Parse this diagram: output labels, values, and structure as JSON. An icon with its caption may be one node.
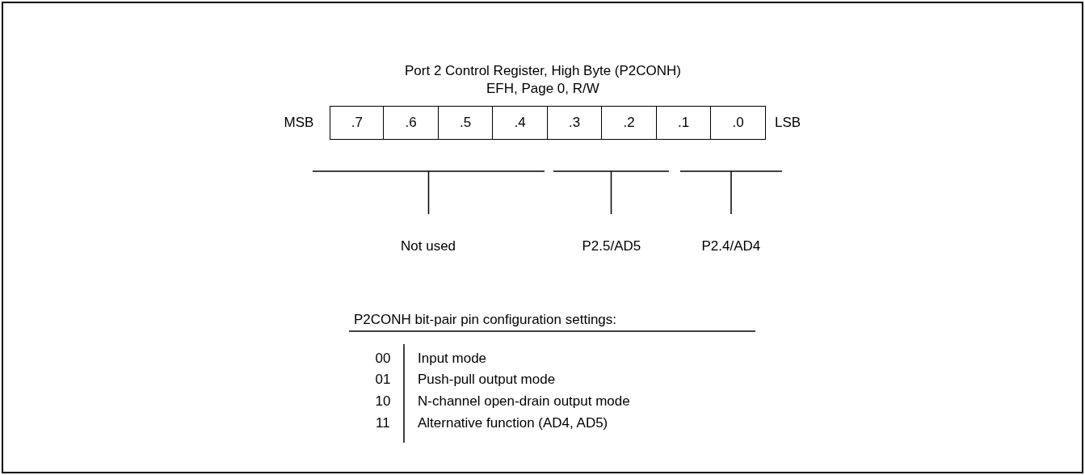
{
  "diagram": {
    "title": "Port 2 Control Register, High Byte (P2CONH)",
    "nodes": [
      {
        "text": [
          ".7"
        ]
      },
      {
        "text": [
          ".6"
        ]
      },
      {
        "text": [
          ".5"
        ]
      },
      {
        "text": [
          ".4"
        ]
      },
      {
        "text": [
          ".3"
        ]
      },
      {
        "text": [
          ".2"
        ]
      },
      {
        "text": [
          ".1"
        ]
      },
      {
        "text": [
          ".0"
        ]
      }
    ],
    "edges": [],
    "labels": [
      "EFH, Page 0, R/W",
      "MSB",
      "LSB",
      "Not used",
      "P2.5/AD5",
      "P2.4/AD4",
      "P2CONH bit-pair pin configuration settings:",
      "00",
      "Input mode",
      "01",
      "Push-pull output mode",
      "10",
      "N-channel open-drain output mode",
      "11",
      "Alternative function (AD4, AD5)"
    ]
  }
}
